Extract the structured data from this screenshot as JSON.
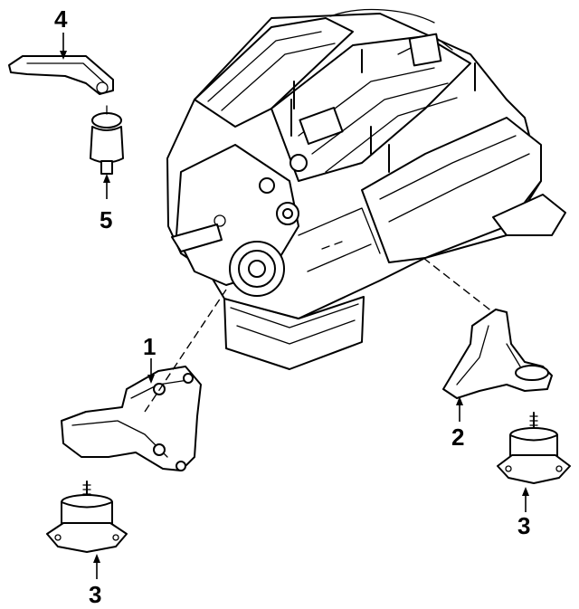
{
  "diagram": {
    "callouts": {
      "engine_mount_bracket_left": "1",
      "engine_mount_bracket_right": "2",
      "mount_insulator_left": "3",
      "mount_insulator_right": "3",
      "strut_bracket_upper": "4",
      "torque_strut_damper": "5"
    }
  }
}
